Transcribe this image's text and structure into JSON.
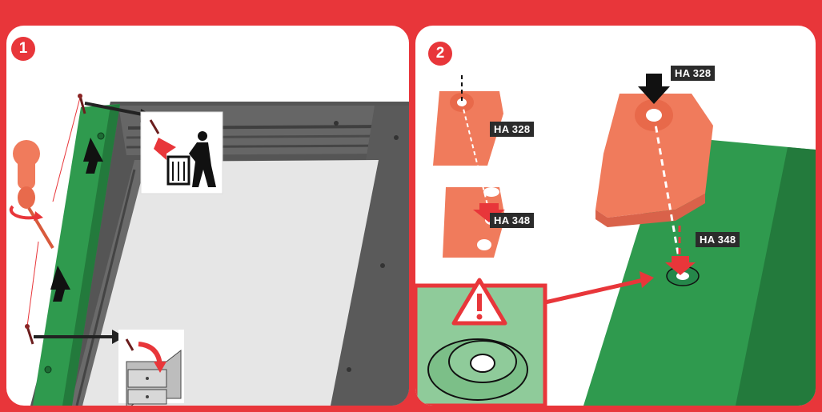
{
  "steps": [
    {
      "number": "1",
      "name": "remove-screws"
    },
    {
      "number": "2",
      "name": "attach-caps"
    }
  ],
  "labels": {
    "cap_top_small": "HA 328",
    "cap_bottom_small": "HA 348",
    "cap_top_large": "HA 328",
    "hole_large": "HA 348"
  },
  "icons": [
    "screwdriver-icon",
    "discard-screw-icon",
    "store-screw-icon",
    "warning-icon"
  ],
  "colors": {
    "frame_red": "#e8363a",
    "green_bar": "#2f9a4e",
    "cap_orange": "#f07b5c",
    "tag_dark": "#2b2b2b"
  }
}
